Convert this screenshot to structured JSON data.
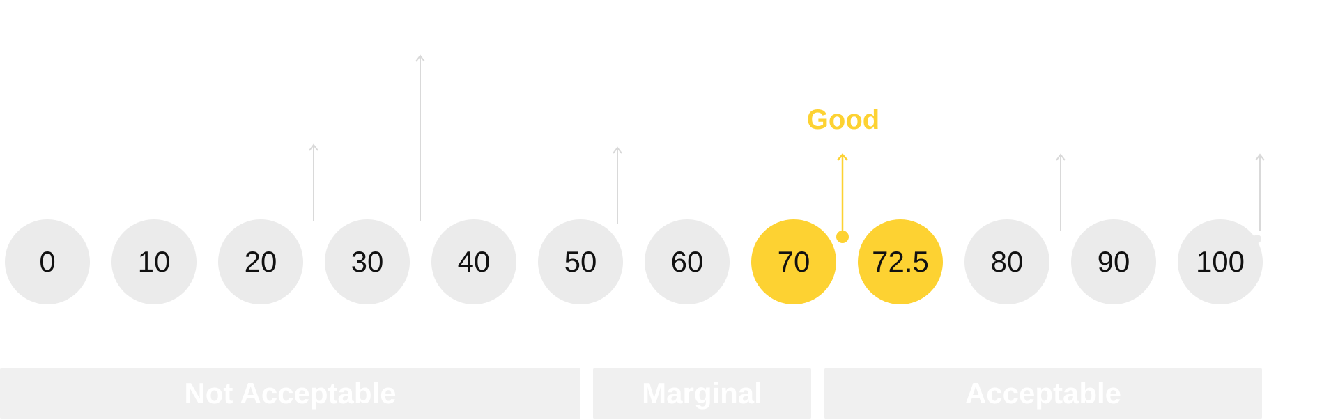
{
  "scale": {
    "ticks": [
      {
        "label": "0",
        "active": false
      },
      {
        "label": "10",
        "active": false
      },
      {
        "label": "20",
        "active": false
      },
      {
        "label": "30",
        "active": false
      },
      {
        "label": "40",
        "active": false
      },
      {
        "label": "50",
        "active": false
      },
      {
        "label": "60",
        "active": false
      },
      {
        "label": "70",
        "active": true
      },
      {
        "label": "72.5",
        "active": true
      },
      {
        "label": "80",
        "active": false
      },
      {
        "label": "90",
        "active": false
      },
      {
        "label": "100",
        "active": false
      }
    ]
  },
  "callout": {
    "label": "Good",
    "color": "#fdd232"
  },
  "bands": [
    {
      "label": "Not Acceptable"
    },
    {
      "label": "Marginal"
    },
    {
      "label": "Acceptable"
    }
  ],
  "colors": {
    "active": "#fdd232",
    "inactive": "#ebebeb",
    "band": "#f0f0f0",
    "arrow": "#d9d9d9"
  }
}
